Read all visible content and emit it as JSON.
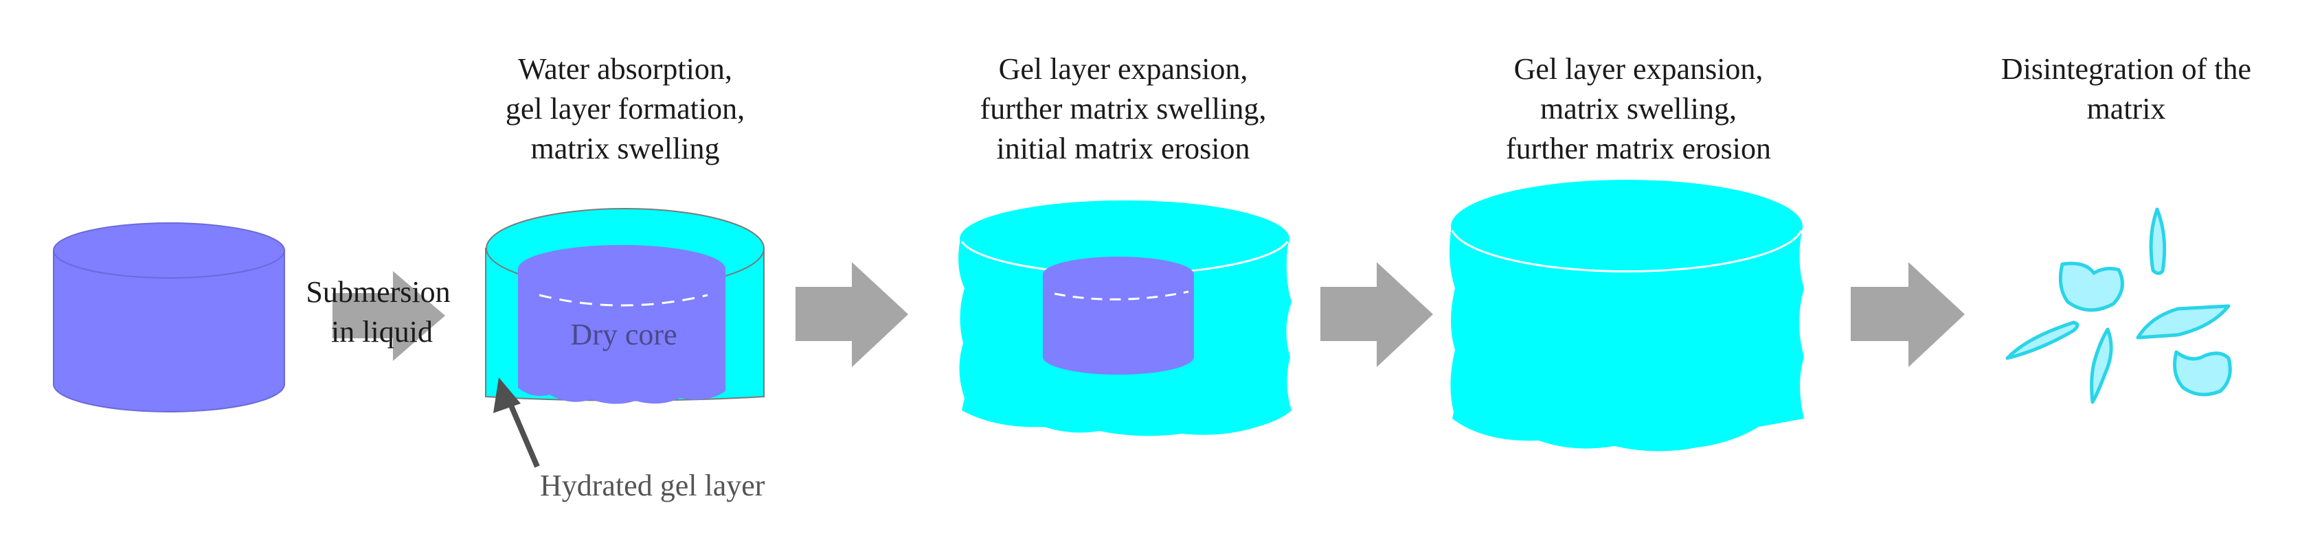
{
  "stages": [
    {
      "caption_lines": []
    },
    {
      "caption_lines": [
        "Water absorption,",
        "gel layer formation,",
        "matrix swelling"
      ]
    },
    {
      "caption_lines": [
        "Gel layer expansion,",
        "further matrix swelling,",
        "initial matrix erosion"
      ]
    },
    {
      "caption_lines": [
        "Gel layer expansion,",
        "matrix swelling,",
        "further matrix erosion"
      ]
    },
    {
      "caption_lines": [
        "Disintegration of the",
        "matrix"
      ]
    }
  ],
  "labels": {
    "submersion": [
      "Submersion",
      "in liquid"
    ],
    "dry_core": "Dry core",
    "hydrated_gel_layer": "Hydrated gel layer"
  },
  "colors": {
    "dry_matrix": "#7f7fff",
    "gel": "#00ffff",
    "fragment_fill": "#aaf3ff",
    "fragment_stroke": "#2ad4e8",
    "arrow": "#a6a6a6",
    "pointer": "#505050",
    "text": "#1a1a1a",
    "label_text": "#555555"
  }
}
